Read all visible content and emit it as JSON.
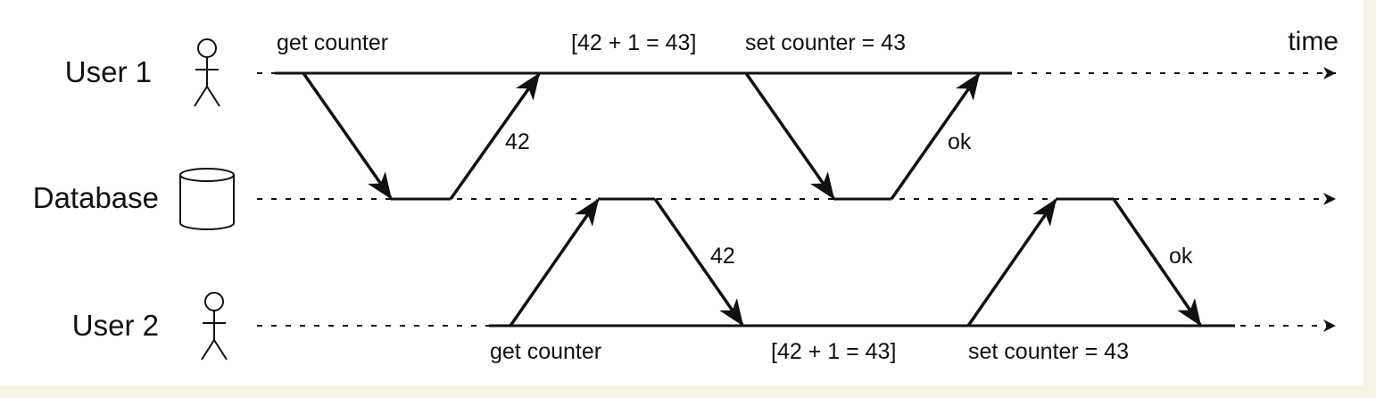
{
  "actors": {
    "user1": "User 1",
    "database": "Database",
    "user2": "User 2"
  },
  "time_label": "time",
  "user1_steps": {
    "get": "get counter",
    "compute": "[42 + 1 = 43]",
    "set": "set counter = 43"
  },
  "user2_steps": {
    "get": "get counter",
    "compute": "[42 + 1 = 43]",
    "set": "set counter = 43"
  },
  "responses": {
    "user1_read": "42",
    "user1_write": "ok",
    "user2_read": "42",
    "user2_write": "ok"
  },
  "icons": {
    "user1": "stick-figure-icon",
    "database": "database-cylinder-icon",
    "user2": "stick-figure-icon"
  }
}
